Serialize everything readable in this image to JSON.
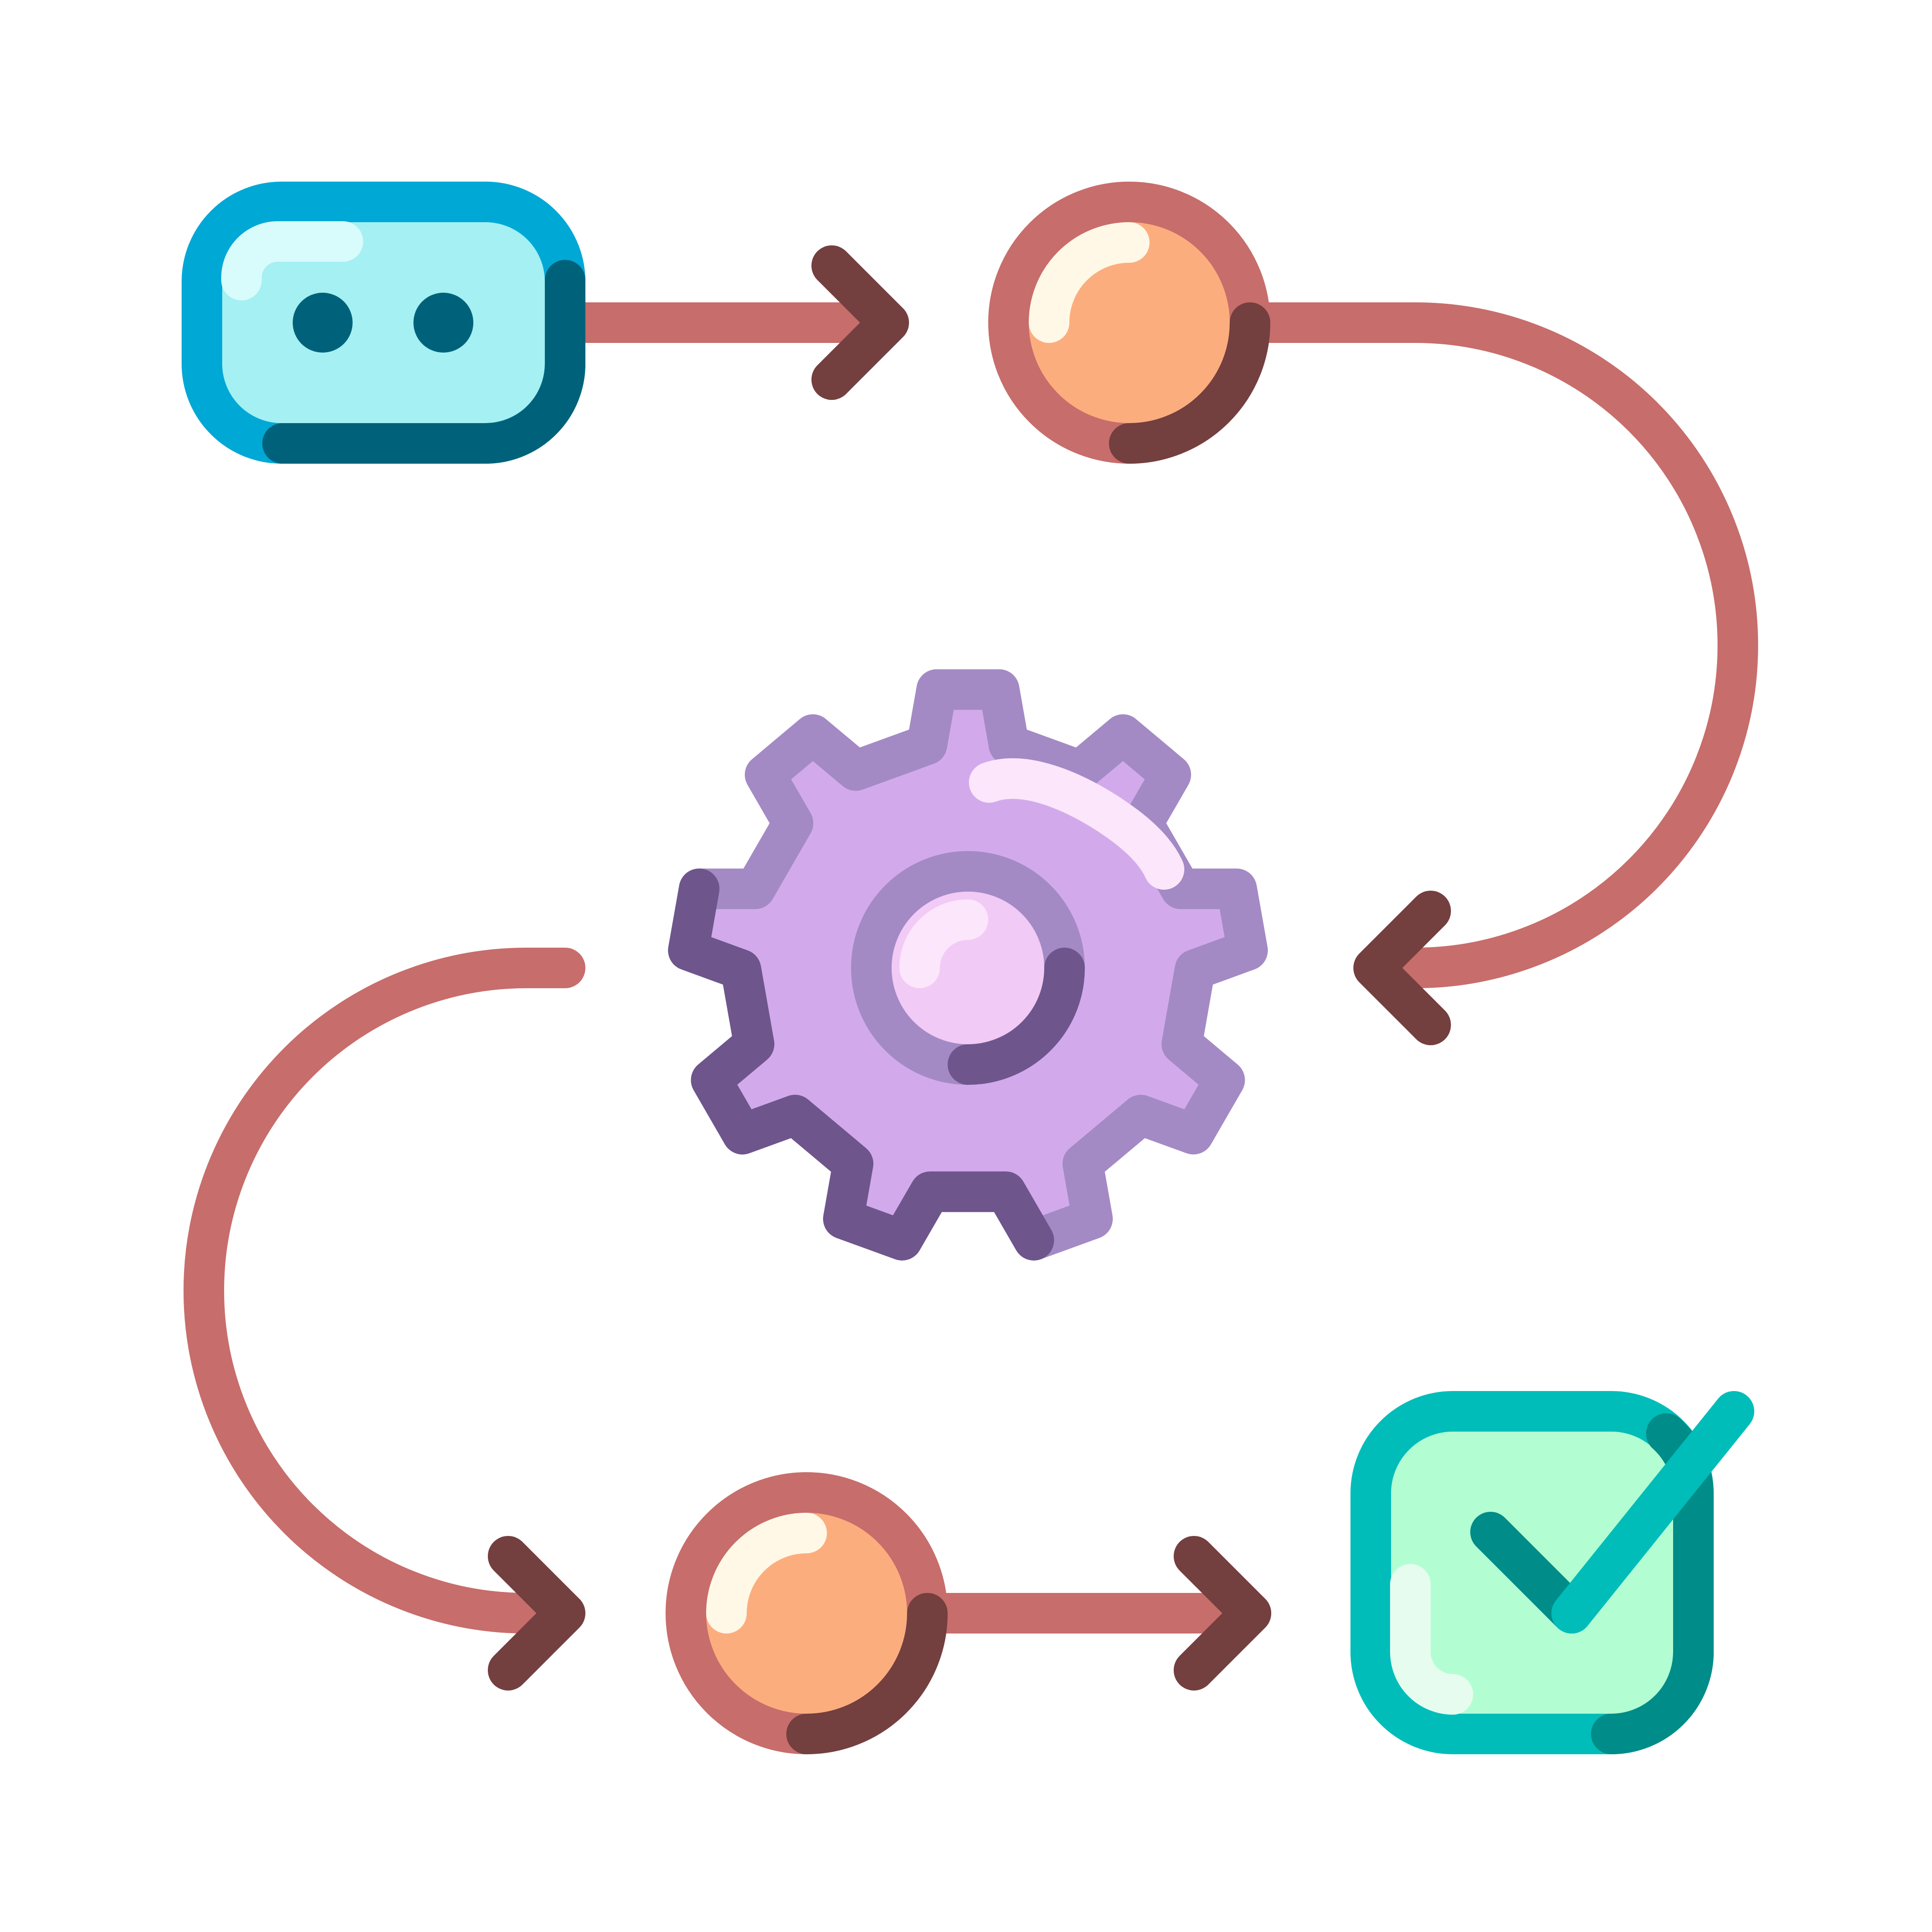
{
  "diagram": {
    "type": "process-flow-icon",
    "nodes": [
      {
        "id": "start",
        "shape": "rounded-rectangle",
        "icon": "terminal-start-icon"
      },
      {
        "id": "step-1",
        "shape": "circle",
        "icon": "step-node-icon"
      },
      {
        "id": "process",
        "shape": "gear",
        "icon": "gear-icon"
      },
      {
        "id": "step-2",
        "shape": "circle",
        "icon": "step-node-icon"
      },
      {
        "id": "end",
        "shape": "rounded-rectangle",
        "icon": "checkmark-icon"
      }
    ],
    "edges": [
      {
        "from": "start",
        "to": "step-1",
        "style": "straight-arrow"
      },
      {
        "from": "step-1",
        "to": "process",
        "style": "curved-arrow"
      },
      {
        "from": "process",
        "to": "step-2",
        "style": "curved-arrow"
      },
      {
        "from": "step-2",
        "to": "end",
        "style": "straight-arrow"
      }
    ]
  },
  "colors": {
    "connector": "#c76d6b",
    "arrow_head": "#733f3f",
    "start_fill": "#a4f0f2",
    "start_outline": "#00a8d6",
    "start_dark": "#00627a",
    "start_highlight": "#d8fbfc",
    "circle_fill": "#fcad7e",
    "circle_highlight": "#fff8e6",
    "gear_fill": "#d2aaec",
    "gear_outline": "#a38ac4",
    "gear_dark": "#6e558c",
    "gear_center": "#f2caf6",
    "gear_highlight": "#fbe6fb",
    "end_fill": "#b2fed2",
    "end_outline": "#00bdb9",
    "end_dark": "#008c88",
    "end_highlight": "#e6fcef"
  }
}
